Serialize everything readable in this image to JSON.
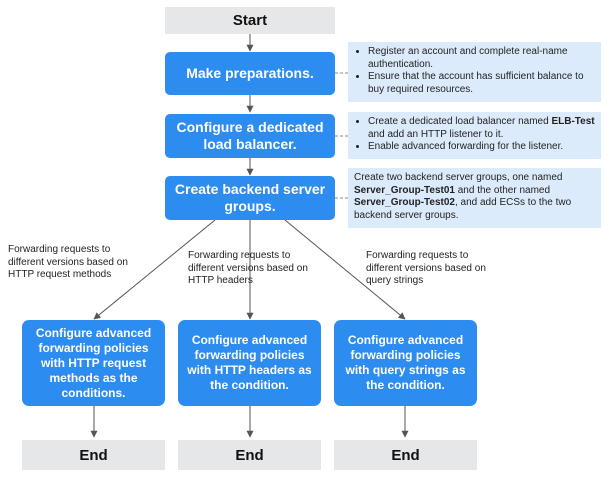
{
  "nodes": {
    "start": "Start",
    "prep": "Make preparations.",
    "config_lb": "Configure a dedicated load balancer.",
    "create_groups": "Create backend server groups.",
    "policy_methods": "Configure advanced forwarding policies with HTTP request methods as the conditions.",
    "policy_headers": "Configure advanced forwarding policies with HTTP headers as the condition.",
    "policy_query": "Configure advanced forwarding policies with query strings as the condition.",
    "end": "End"
  },
  "notes": {
    "prep": [
      "Register an account and complete real-name authentication.",
      "Ensure that the account has sufficient balance to buy required resources."
    ],
    "config_lb": {
      "item1_pre": "Create a dedicated load balancer named ",
      "item1_bold": "ELB-Test",
      "item1_post": " and add an HTTP listener to it.",
      "item2": "Enable advanced forwarding for the listener."
    },
    "groups": {
      "t1": "Create two backend server groups, one named ",
      "b1": "Server_Group-Test01",
      "t2": " and the other named ",
      "b2": "Server_Group-Test02",
      "t3": ", and add ECSs to the two backend server groups."
    }
  },
  "edges": {
    "methods": "Forwarding requests to different versions based on HTTP request methods",
    "headers": "Forwarding requests to different versions based on HTTP headers",
    "query": "Forwarding requests to different versions based on query strings"
  },
  "colors": {
    "process": "#2d8cf0",
    "terminal": "#e6e7e9",
    "note": "#dcebfb",
    "line": "#555555"
  }
}
